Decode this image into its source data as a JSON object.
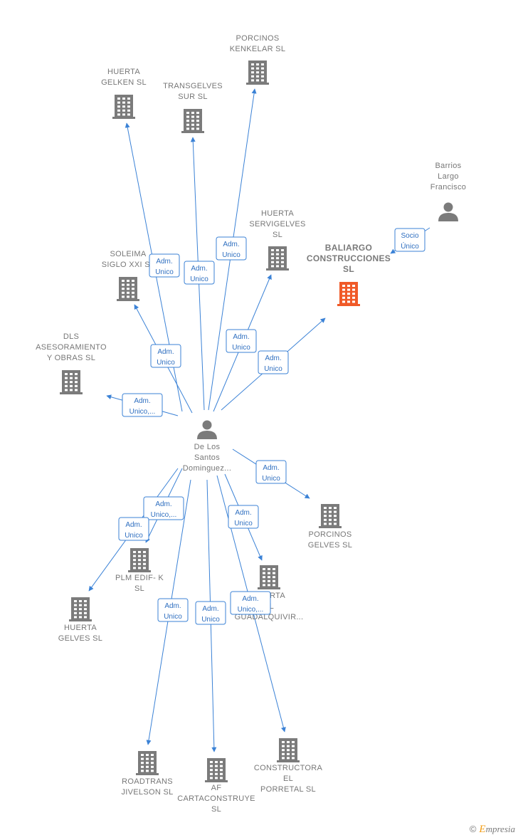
{
  "colors": {
    "edge": "#3b82d6",
    "node": "#7b7b7b",
    "highlight": "#f05a28"
  },
  "nodes": [
    {
      "id": "porcinos_kenkelar",
      "kind": "company",
      "icon": "building-icon",
      "lines": [
        "PORCINOS",
        "KENKELAR  SL"
      ]
    },
    {
      "id": "huerta_gelken",
      "kind": "company",
      "icon": "building-icon",
      "lines": [
        "HUERTA",
        "GELKEN  SL"
      ]
    },
    {
      "id": "transgelves_sur",
      "kind": "company",
      "icon": "building-icon",
      "lines": [
        "TRANSGELVES",
        "SUR  SL"
      ]
    },
    {
      "id": "barrios_largo",
      "kind": "person",
      "icon": "person-icon",
      "lines": [
        "Barrios",
        "Largo",
        "Francisco"
      ]
    },
    {
      "id": "huerta_servigelves",
      "kind": "company",
      "icon": "building-icon",
      "lines": [
        "HUERTA",
        "SERVIGELVES",
        "SL"
      ]
    },
    {
      "id": "baliargo",
      "kind": "company",
      "icon": "building-icon",
      "highlight": true,
      "lines": [
        "BALIARGO",
        "CONSTRUCCIONES",
        "SL"
      ]
    },
    {
      "id": "soleima",
      "kind": "company",
      "icon": "building-icon",
      "lines": [
        "SOLEIMA",
        "SIGLO XXI  SL"
      ]
    },
    {
      "id": "dls",
      "kind": "company",
      "icon": "building-icon",
      "lines": [
        "DLS",
        "ASESORAMIENTO",
        "Y OBRAS  SL"
      ]
    },
    {
      "id": "de_los_santos",
      "kind": "person",
      "icon": "person-icon",
      "lines": [
        "De Los",
        "Santos",
        "Dominguez..."
      ]
    },
    {
      "id": "porcinos_gelves",
      "kind": "company",
      "icon": "building-icon",
      "lines": [
        "PORCINOS",
        "GELVES  SL"
      ]
    },
    {
      "id": "plm_edif",
      "kind": "company",
      "icon": "building-icon",
      "lines": [
        "PLM EDIF- K",
        "SL"
      ]
    },
    {
      "id": "huerta_guadalquivir",
      "kind": "company",
      "icon": "building-icon",
      "lines": [
        "HUERTA",
        "EL",
        "GUADALQUIVIR..."
      ]
    },
    {
      "id": "huerta_gelves",
      "kind": "company",
      "icon": "building-icon",
      "lines": [
        "HUERTA",
        "GELVES  SL"
      ]
    },
    {
      "id": "roadtrans",
      "kind": "company",
      "icon": "building-icon",
      "lines": [
        "ROADTRANS",
        "JIVELSON  SL"
      ]
    },
    {
      "id": "af_cartaconstruye",
      "kind": "company",
      "icon": "building-icon",
      "lines": [
        "AF",
        "CARTACONSTRUYE",
        "SL"
      ]
    },
    {
      "id": "constructora_porretal",
      "kind": "company",
      "icon": "building-icon",
      "lines": [
        "CONSTRUCTORA",
        "EL",
        "PORRETAL  SL"
      ]
    }
  ],
  "edges": [
    {
      "from": "de_los_santos",
      "to": "huerta_gelken",
      "label": [
        "Adm.",
        "Unico"
      ]
    },
    {
      "from": "de_los_santos",
      "to": "transgelves_sur",
      "label": [
        "Adm.",
        "Unico"
      ]
    },
    {
      "from": "de_los_santos",
      "to": "porcinos_kenkelar",
      "label": [
        "Adm.",
        "Unico"
      ]
    },
    {
      "from": "de_los_santos",
      "to": "soleima",
      "label": [
        "Adm.",
        "Unico"
      ]
    },
    {
      "from": "de_los_santos",
      "to": "huerta_servigelves",
      "label": [
        "Adm.",
        "Unico"
      ]
    },
    {
      "from": "de_los_santos",
      "to": "baliargo",
      "label": [
        "Adm.",
        "Unico"
      ]
    },
    {
      "from": "de_los_santos",
      "to": "dls",
      "label": [
        "Adm.",
        "Unico,..."
      ]
    },
    {
      "from": "barrios_largo",
      "to": "baliargo",
      "label": [
        "Socio",
        "Único"
      ]
    },
    {
      "from": "de_los_santos",
      "to": "porcinos_gelves",
      "label": [
        "Adm.",
        "Unico"
      ]
    },
    {
      "from": "de_los_santos",
      "to": "plm_edif",
      "label": [
        "Adm.",
        "Unico,..."
      ]
    },
    {
      "from": "de_los_santos",
      "to": "huerta_gelves",
      "label": [
        "Adm.",
        "Unico"
      ]
    },
    {
      "from": "de_los_santos",
      "to": "huerta_guadalquivir",
      "label": [
        "Adm.",
        "Unico"
      ]
    },
    {
      "from": "de_los_santos",
      "to": "roadtrans",
      "label": [
        "Adm.",
        "Unico"
      ]
    },
    {
      "from": "de_los_santos",
      "to": "af_cartaconstruye",
      "label": [
        "Adm.",
        "Unico"
      ]
    },
    {
      "from": "de_los_santos",
      "to": "constructora_porretal",
      "label": [
        "Adm.",
        "Unico,..."
      ]
    }
  ],
  "footer": {
    "copyright": "©",
    "brand_initial": "E",
    "brand_rest": "mpresia"
  }
}
